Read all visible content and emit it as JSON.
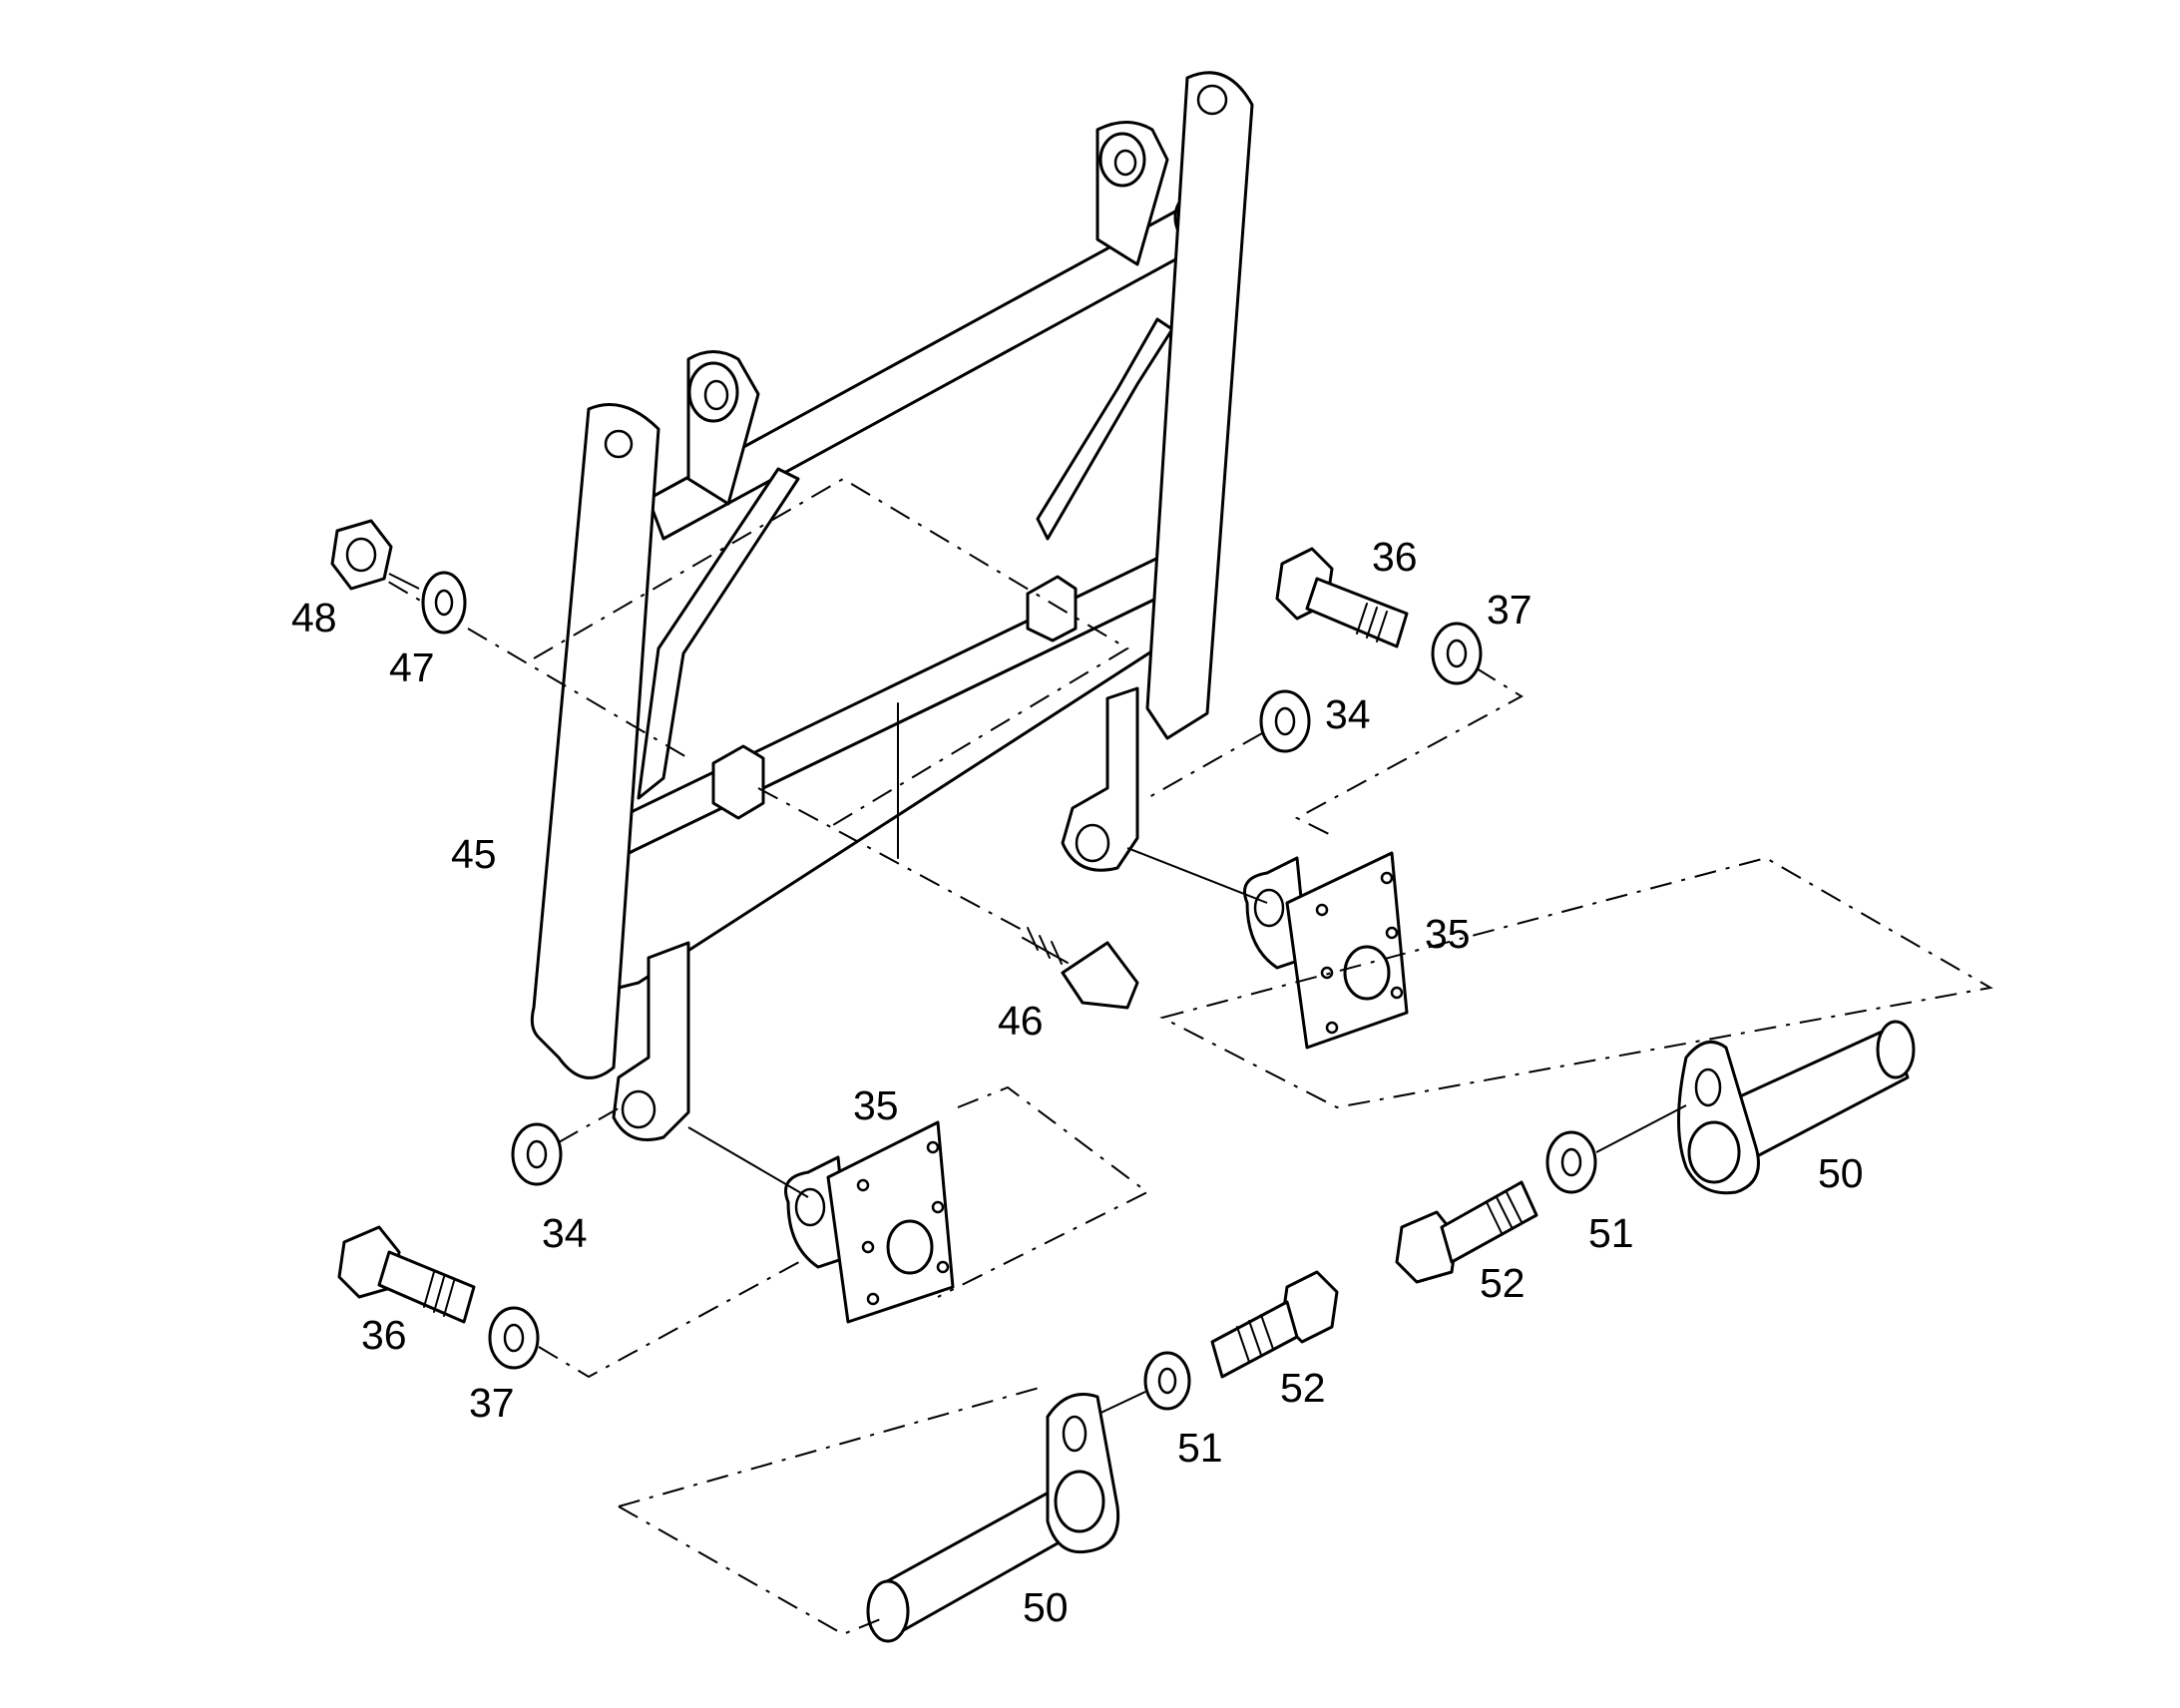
{
  "diagram": {
    "callouts": [
      {
        "id": "c48",
        "text": "48"
      },
      {
        "id": "c47",
        "text": "47"
      },
      {
        "id": "c45",
        "text": "45"
      },
      {
        "id": "c36a",
        "text": "36"
      },
      {
        "id": "c37a",
        "text": "37"
      },
      {
        "id": "c34a",
        "text": "34"
      },
      {
        "id": "c35a",
        "text": "35"
      },
      {
        "id": "c46",
        "text": "46"
      },
      {
        "id": "c35b",
        "text": "35"
      },
      {
        "id": "c34b",
        "text": "34"
      },
      {
        "id": "c36b",
        "text": "36"
      },
      {
        "id": "c37b",
        "text": "37"
      },
      {
        "id": "c50a",
        "text": "50"
      },
      {
        "id": "c51a",
        "text": "51"
      },
      {
        "id": "c52a",
        "text": "52"
      },
      {
        "id": "c52b",
        "text": "52"
      },
      {
        "id": "c51b",
        "text": "51"
      },
      {
        "id": "c50b",
        "text": "50"
      }
    ]
  }
}
